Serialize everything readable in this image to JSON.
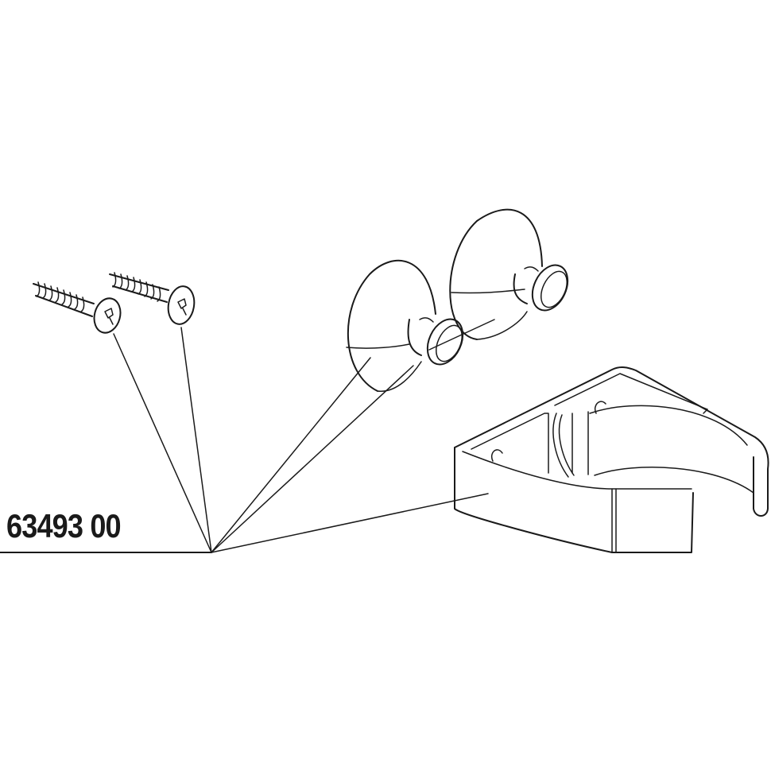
{
  "diagram": {
    "part_number": "63493 00",
    "description": "Exploded parts view: 2 screws, 2 suction cups, 1 pipe clip, with leader lines converging to the part number label",
    "parts": [
      {
        "name": "screw",
        "count": 2
      },
      {
        "name": "suction-cup",
        "count": 2
      },
      {
        "name": "pipe-clip",
        "count": 1
      }
    ],
    "colors": {
      "line": "#1a1a1a",
      "background": "#ffffff"
    }
  }
}
